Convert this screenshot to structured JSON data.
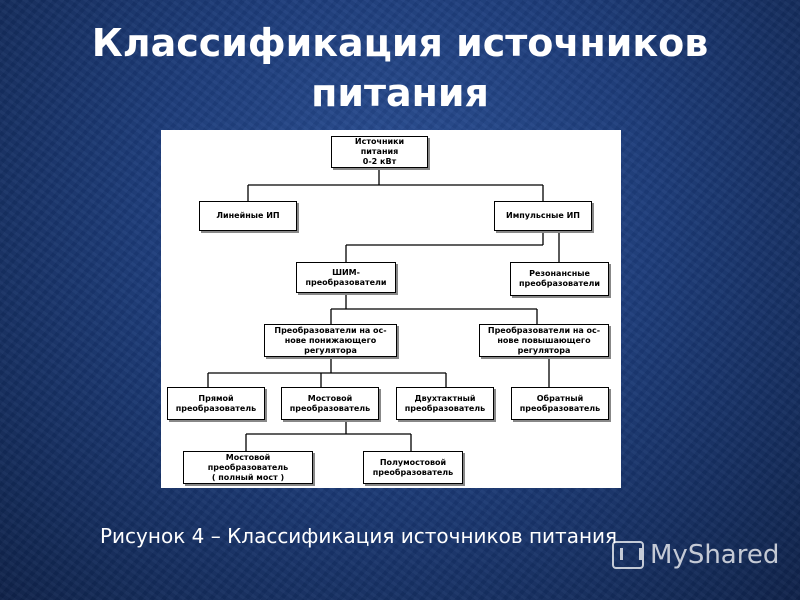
{
  "slide": {
    "title_line1": "Классификация источников",
    "title_line2": "питания",
    "caption": "Рисунок 4 – Классификация источников питания"
  },
  "diagram": {
    "root": "Источники питания\n0-2 кВт",
    "linear": "Линейные ИП",
    "pulse": "Импульсные ИП",
    "pwm": "ШИМ-\nпреобразователи",
    "resonant": "Резонансные\nпреобразователи",
    "buck": "Преобразователи на ос-\nнове понижающего\nрегулятора",
    "boost": "Преобразователи на ос-\nнове повышающего\nрегулятора",
    "forward": "Прямой\nпреобразователь",
    "bridge": "Мостовой\nпреобразователь",
    "push_pull": "Двухтактный\nпреобразователь",
    "flyback": "Обратный\nпреобразователь",
    "full_bridge": "Мостовой\nпреобразователь\n( полный мост )",
    "half_bridge": "Полумостовой\nпреобразователь"
  },
  "watermark": {
    "text": "MyShared",
    "icon": "myshared-logo-icon"
  }
}
